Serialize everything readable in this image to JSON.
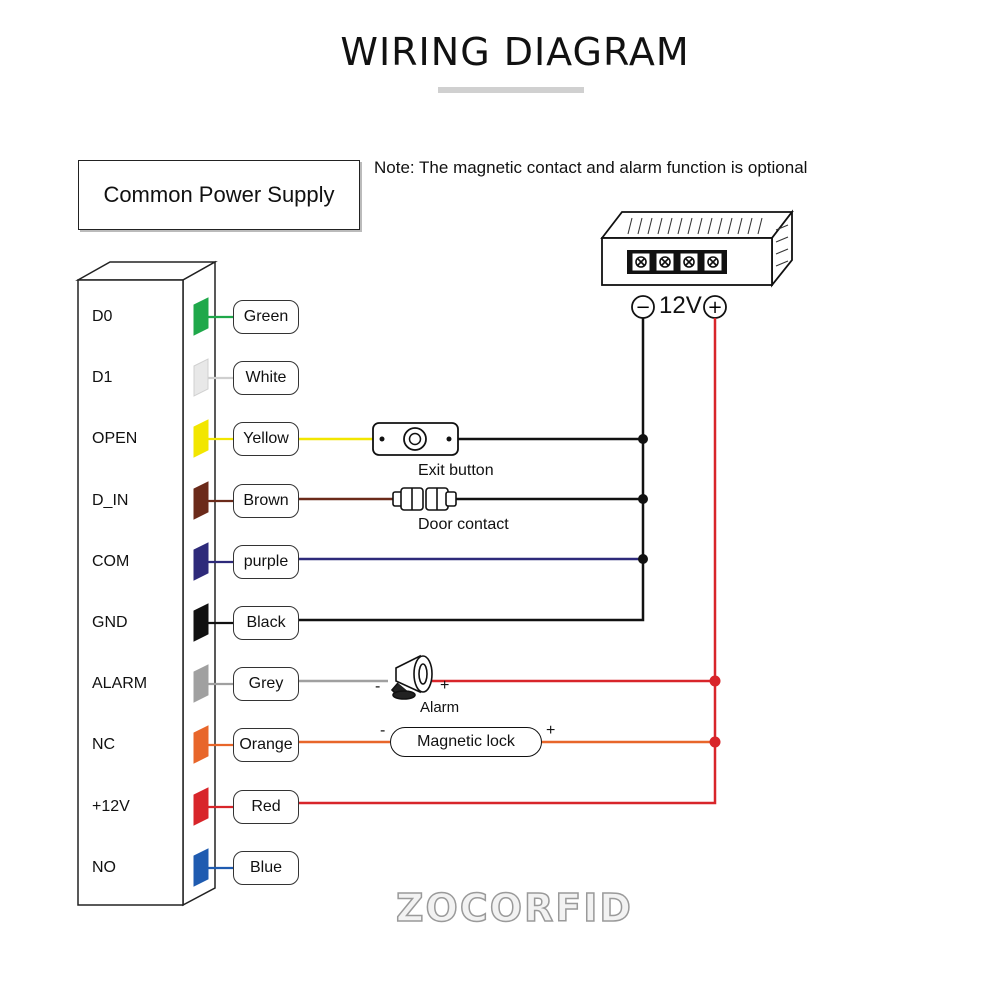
{
  "title": "WIRING DIAGRAM",
  "supply_label": "Common Power Supply",
  "note": "Note: The magnetic contact and alarm function is optional",
  "power_supply": {
    "voltage": "12V",
    "minus": "−",
    "plus": "+"
  },
  "pins": [
    {
      "label": "D0",
      "wire": "Green",
      "color": "#1fa84a"
    },
    {
      "label": "D1",
      "wire": "White",
      "color": "#e8e8e8"
    },
    {
      "label": "OPEN",
      "wire": "Yellow",
      "color": "#f2e600"
    },
    {
      "label": "D_IN",
      "wire": "Brown",
      "color": "#6b2a1a"
    },
    {
      "label": "COM",
      "wire": "purple",
      "color": "#2e2a7a"
    },
    {
      "label": "GND",
      "wire": "Black",
      "color": "#111111"
    },
    {
      "label": "ALARM",
      "wire": "Grey",
      "color": "#a0a0a0"
    },
    {
      "label": "NC",
      "wire": "Orange",
      "color": "#e8662a"
    },
    {
      "label": "+12V",
      "wire": "Red",
      "color": "#d8252a"
    },
    {
      "label": "NO",
      "wire": "Blue",
      "color": "#1f5bb0"
    }
  ],
  "devices": {
    "exit_button": "Exit button",
    "door_contact": "Door contact",
    "alarm": "Alarm",
    "alarm_minus": "-",
    "alarm_plus": "+",
    "magnetic_lock": "Magnetic lock",
    "lock_minus": "-",
    "lock_plus": "+"
  },
  "watermark": "ZOCORFID"
}
